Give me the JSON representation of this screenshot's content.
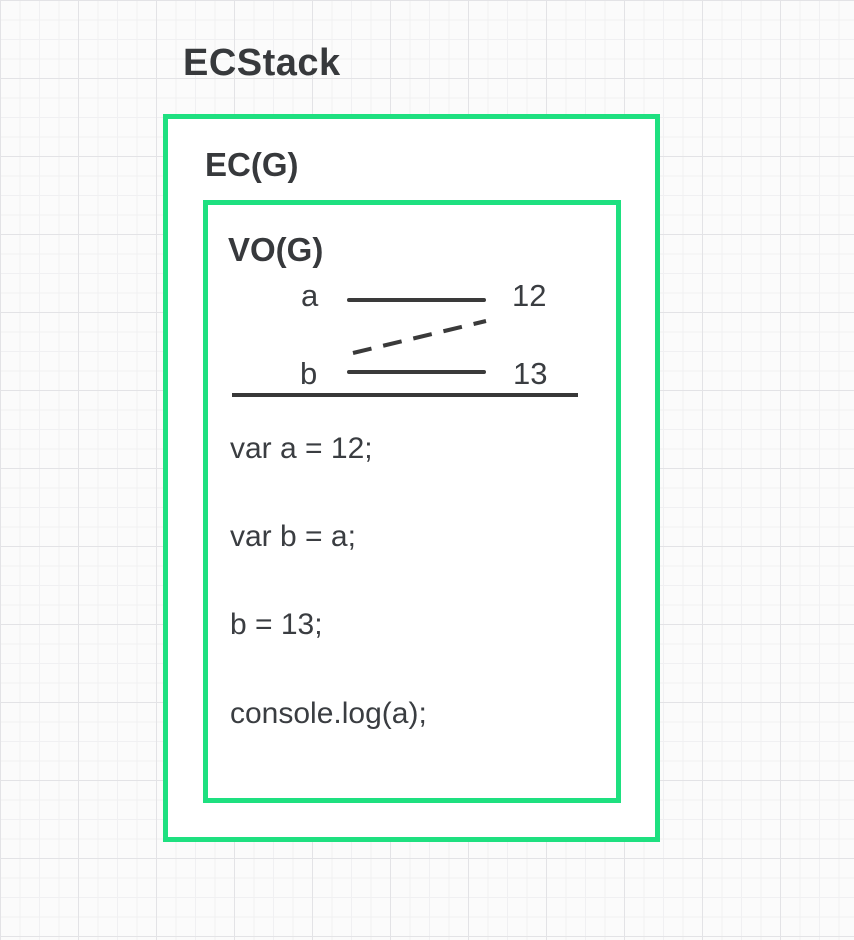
{
  "title": "ECStack",
  "ec": {
    "label": "EC(G)"
  },
  "vo": {
    "label": "VO(G)",
    "variables": [
      {
        "name": "a",
        "value": "12"
      },
      {
        "name": "b",
        "value": "13"
      }
    ],
    "code_lines": [
      "var a = 12;",
      "var b = a;",
      "b = 13;",
      "console.log(a);"
    ]
  },
  "colors": {
    "accent_green": "#1ee080",
    "ink": "#3a3d41",
    "line": "#3a3a3a",
    "canvas_background": "#fbfbfb"
  }
}
